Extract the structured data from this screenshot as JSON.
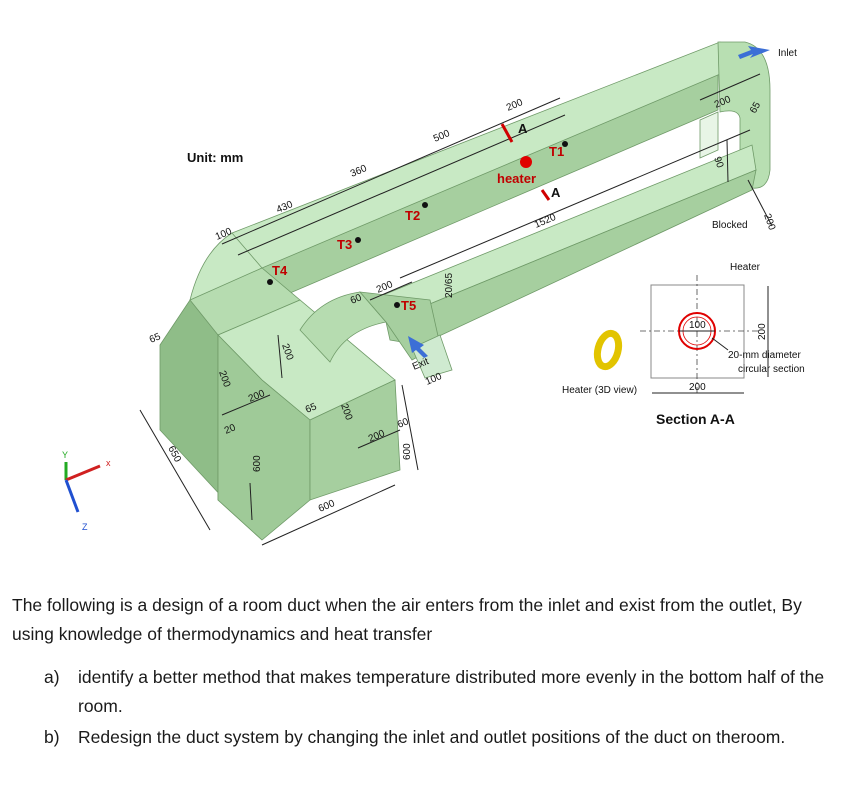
{
  "figure": {
    "unit_label": "Unit: mm",
    "inlet_label": "Inlet",
    "exit_label": "Exit",
    "blocked_label": "Blocked",
    "heater_main_label": "heater",
    "heater_section_label": "Heater",
    "heater_3d_label": "Heater (3D view)",
    "section_title": "Section A-A",
    "circular_note_1": "20-mm diameter",
    "circular_note_2": "circular section",
    "section_marks": [
      "A",
      "A"
    ],
    "temp_points": [
      "T1",
      "T2",
      "T3",
      "T4",
      "T5"
    ],
    "dims": {
      "d200_top": "200",
      "d500": "500",
      "d360": "360",
      "d430": "430",
      "d100_left": "100",
      "d1520": "1520",
      "d200_inlet": "200",
      "d65_inlet": "65",
      "d90": "90",
      "d200_right": "200",
      "d200_mid": "200",
      "d60_a": "60",
      "d65_left": "65",
      "d200_v1": "200",
      "d200_v2": "200",
      "d200_h1": "200",
      "d20": "20",
      "d65_mid": "65",
      "d200_v3": "200",
      "d200_h2": "200",
      "d60_b": "60",
      "d650": "650",
      "d600_a": "600",
      "d600_b": "600",
      "d600_c": "600",
      "d2065": "20/65",
      "d100_exit": "100",
      "sec_100": "100",
      "sec_200_w": "200",
      "sec_200_h": "200"
    },
    "axes": {
      "x": "x",
      "y": "Y",
      "z": "Z"
    },
    "colors": {
      "duct_top": "#c8e9c4",
      "duct_side": "#a6cf9f",
      "duct_dark": "#8fbd88",
      "heater": "#e2c400",
      "arrow": "#3c6fd6",
      "accent": "#d00000"
    }
  },
  "text": {
    "intro": "The following is a design of a room duct when the air enters from the inlet and exist from the outlet, By using knowledge of thermodynamics and heat transfer",
    "questions": [
      {
        "letter": "a)",
        "text": "identify a better method that makes temperature distributed more evenly in the bottom half of the room."
      },
      {
        "letter": "b)",
        "text": "Redesign the duct system by changing the inlet and outlet positions of the duct on theroom."
      }
    ]
  }
}
